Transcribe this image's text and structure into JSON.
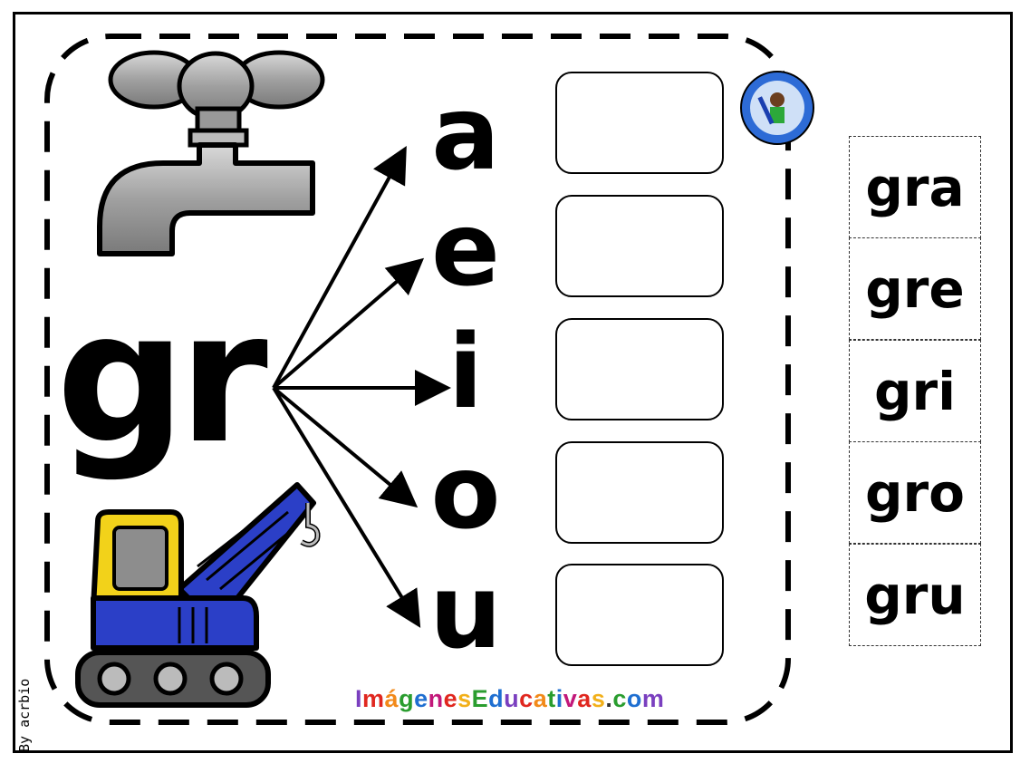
{
  "worksheet": {
    "digraph": "gr",
    "vowels": [
      "a",
      "e",
      "i",
      "o",
      "u"
    ],
    "syllable_cards": [
      "gra",
      "gre",
      "gri",
      "gro",
      "gru"
    ],
    "brand_letters": [
      {
        "ch": "I",
        "color": "#7a3fbf"
      },
      {
        "ch": "m",
        "color": "#e0271f"
      },
      {
        "ch": "á",
        "color": "#f28a1a"
      },
      {
        "ch": "g",
        "color": "#2a9d2f"
      },
      {
        "ch": "e",
        "color": "#1f6fd1"
      },
      {
        "ch": "n",
        "color": "#c2187a"
      },
      {
        "ch": "e",
        "color": "#e0271f"
      },
      {
        "ch": "s",
        "color": "#f2b01a"
      },
      {
        "ch": "E",
        "color": "#2a9d2f"
      },
      {
        "ch": "d",
        "color": "#1f6fd1"
      },
      {
        "ch": "u",
        "color": "#7a3fbf"
      },
      {
        "ch": "c",
        "color": "#e0271f"
      },
      {
        "ch": "a",
        "color": "#f28a1a"
      },
      {
        "ch": "t",
        "color": "#2a9d2f"
      },
      {
        "ch": "i",
        "color": "#1f6fd1"
      },
      {
        "ch": "v",
        "color": "#c2187a"
      },
      {
        "ch": "a",
        "color": "#e0271f"
      },
      {
        "ch": "s",
        "color": "#f2b01a"
      },
      {
        "ch": ".",
        "color": "#333333"
      },
      {
        "ch": "c",
        "color": "#2a9d2f"
      },
      {
        "ch": "o",
        "color": "#1f6fd1"
      },
      {
        "ch": "m",
        "color": "#7a3fbf"
      }
    ],
    "byline": "By acrbio",
    "icons": [
      "faucet-icon",
      "crane-truck-icon",
      "logo-badge-icon"
    ]
  }
}
